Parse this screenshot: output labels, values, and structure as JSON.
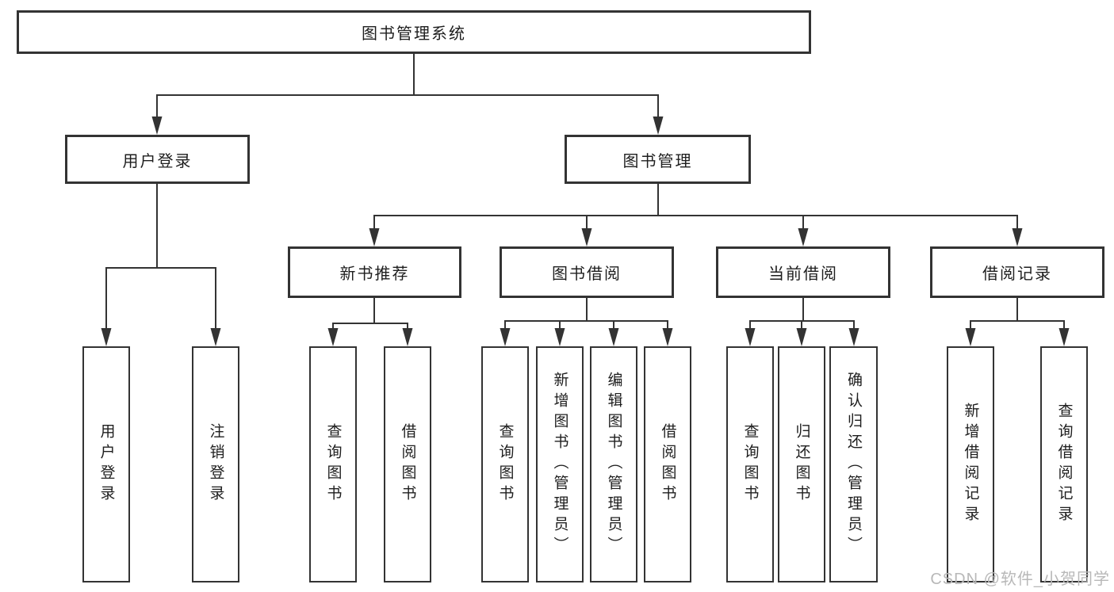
{
  "colors": {
    "line": "#333333",
    "text": "#1e1e1e",
    "background": "#ffffff",
    "watermark": "#b8b8b8"
  },
  "watermark": "CSDN @软件_小贺同学",
  "tree": {
    "root": {
      "label": "图书管理系统"
    },
    "branches": [
      {
        "label": "用户登录",
        "children": [
          {
            "label": "用户登录"
          },
          {
            "label": "注销登录"
          }
        ]
      },
      {
        "label": "图书管理",
        "children": [
          {
            "label": "新书推荐",
            "children": [
              {
                "label": "查询图书"
              },
              {
                "label": "借阅图书"
              }
            ]
          },
          {
            "label": "图书借阅",
            "children": [
              {
                "label": "查询图书"
              },
              {
                "label": "新增图书（管理员）"
              },
              {
                "label": "编辑图书（管理员）"
              },
              {
                "label": "借阅图书"
              }
            ]
          },
          {
            "label": "当前借阅",
            "children": [
              {
                "label": "查询图书"
              },
              {
                "label": "归还图书"
              },
              {
                "label": "确认归还（管理员）"
              }
            ]
          },
          {
            "label": "借阅记录",
            "children": [
              {
                "label": "新增借阅记录"
              },
              {
                "label": "查询借阅记录"
              }
            ]
          }
        ]
      }
    ]
  }
}
